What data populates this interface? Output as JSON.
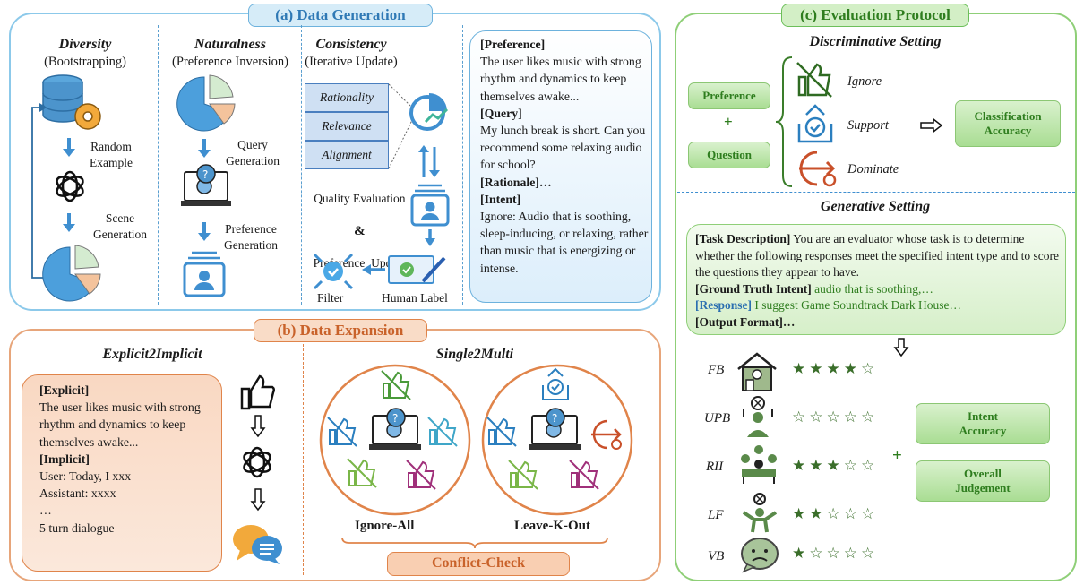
{
  "panel_a": {
    "title": "(a) Data Generation",
    "diversity": {
      "title": "Diversity",
      "subtitle": "(Bootstrapping)",
      "step1": "Random\nExample",
      "step2": "Scene\nGeneration"
    },
    "naturalness": {
      "title": "Naturalness",
      "subtitle": "(Preference Inversion)",
      "step1": "Query\nGeneration",
      "step2": "Preference\nGeneration"
    },
    "consistency": {
      "title": "Consistency",
      "subtitle": "(Iterative Update)",
      "cells": [
        "Rationality",
        "Relevance",
        "Alignment"
      ],
      "quality_line1": "Quality Evaluation",
      "quality_amp": "&",
      "quality_line2": "Preference  Update",
      "filter": "Filter",
      "human_label": "Human Label"
    },
    "example": {
      "pref_label": "[Preference]",
      "pref_text": "The user likes music with strong rhythm and dynamics to keep themselves awake...",
      "query_label": "[Query]",
      "query_text": "My lunch break is short. Can you recommend some relaxing audio for school?",
      "rationale_label": "[Rationale]…",
      "intent_label": "[Intent]",
      "intent_text": "Ignore: Audio that is soothing, sleep-inducing, or relaxing, rather than music that is energizing or intense."
    }
  },
  "panel_b": {
    "title": "(b) Data Expansion",
    "e2i": {
      "title": "Explicit2Implicit",
      "explicit_label": "[Explicit]",
      "explicit_text": "The user likes music with strong rhythm and dynamics to keep themselves awake...",
      "implicit_label": "[Implicit]",
      "line1": "User: Today, I xxx",
      "line2": "Assistant: xxxx",
      "line3": "…",
      "line4": "5 turn dialogue"
    },
    "s2m": {
      "title": "Single2Multi",
      "left": "Ignore-All",
      "right": "Leave-K-Out",
      "bottom": "Conflict-Check"
    }
  },
  "panel_c": {
    "title": "(c) Evaluation Protocol",
    "disc": {
      "title": "Discriminative Setting",
      "preference": "Preference",
      "plus": "+",
      "question": "Question",
      "ignore": "Ignore",
      "support": "Support",
      "dominate": "Dominate",
      "result": "Classification\nAccuracy"
    },
    "gen": {
      "title": "Generative Setting",
      "task_label": "[Task Description]",
      "task_text": " You are an evaluator whose task is to determine whether the following responses meet the specified intent type and to score the questions they appear to have.",
      "gt_label": "[Ground Truth Intent]",
      "gt_text": " audio that is soothing,…",
      "resp_label": "[Response]",
      "resp_text": " I suggest Game Soundtrack Dark House…",
      "out_label": "[Output Format]…",
      "rows": [
        {
          "label": "FB",
          "stars": "★★★★☆",
          "rating": 4
        },
        {
          "label": "UPB",
          "stars": "☆☆☆☆☆",
          "rating": 0
        },
        {
          "label": "RII",
          "stars": "★★★☆☆",
          "rating": 3
        },
        {
          "label": "LF",
          "stars": "★★☆☆☆",
          "rating": 2
        },
        {
          "label": "VB",
          "stars": "★☆☆☆☆",
          "rating": 1
        }
      ],
      "plus": "+",
      "intent_acc": "Intent\nAccuracy",
      "overall": "Overall\nJudgement"
    }
  },
  "colors": {
    "blue": "#3f8fd0",
    "orange": "#e0844a",
    "green": "#6cbf5a",
    "purple": "#a0307a"
  }
}
